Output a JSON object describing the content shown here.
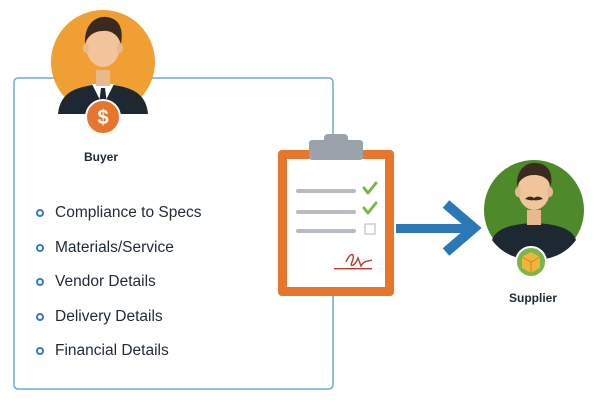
{
  "buyer": {
    "label": "Buyer",
    "avatar_icon": "businessman-icon",
    "badge_icon": "dollar-sign-icon",
    "badge_symbol": "$",
    "circle_color": "#f0a033"
  },
  "supplier": {
    "label": "Supplier",
    "avatar_icon": "mustached-man-icon",
    "badge_icon": "package-box-icon",
    "circle_color": "#4e8a2a"
  },
  "requirements": [
    "Compliance to Specs",
    "Materials/Service",
    "Vendor Details",
    "Delivery Details",
    "Financial Details"
  ],
  "clipboard": {
    "icon": "checklist-clipboard-icon",
    "frame_color": "#e8752c",
    "checks": [
      true,
      true,
      false
    ]
  },
  "arrow": {
    "icon": "arrow-right-icon",
    "color": "#2a78b5"
  }
}
